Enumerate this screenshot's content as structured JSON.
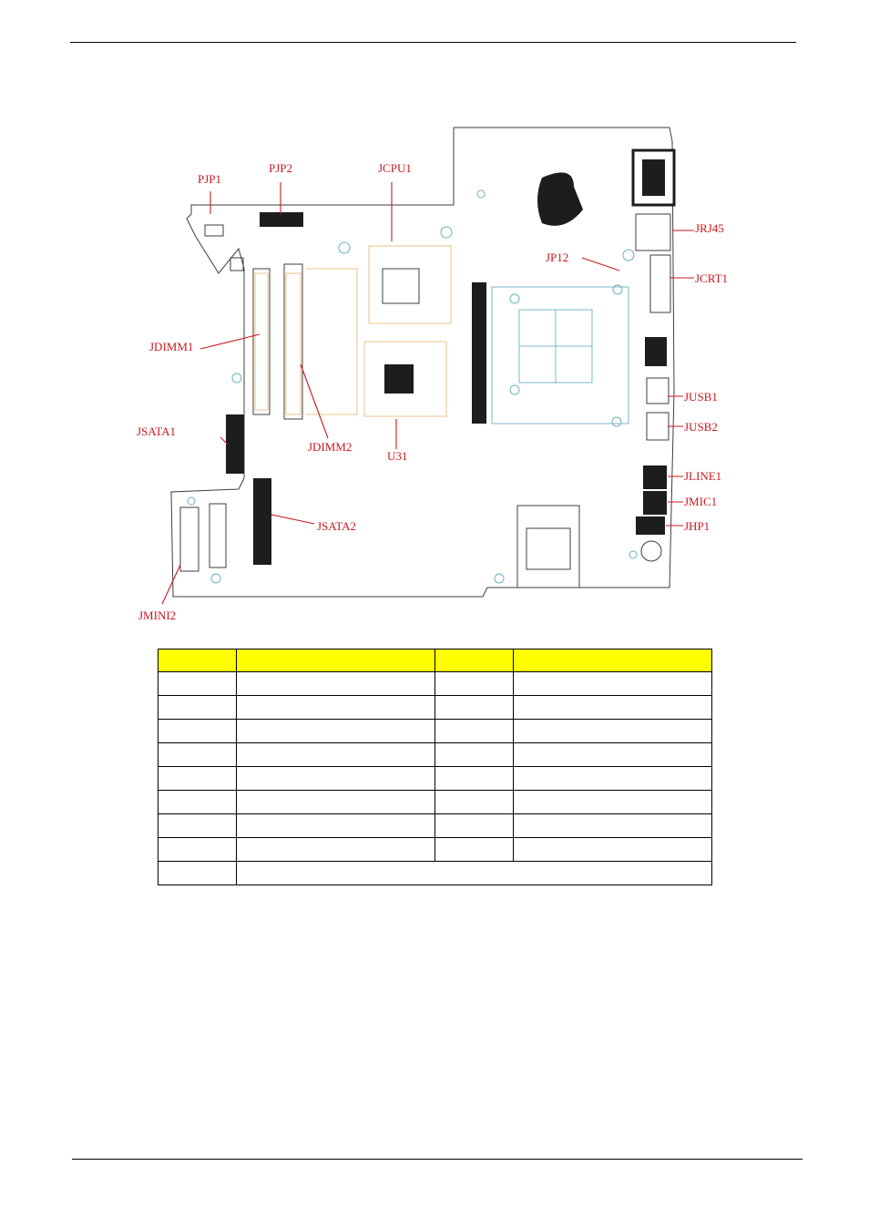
{
  "diagram": {
    "labels": {
      "pjp1": "PJP1",
      "pjp2": "PJP2",
      "jcpu1": "JCPU1",
      "jrj45": "JRJ45",
      "jp12": "JP12",
      "jcrt1": "JCRT1",
      "jdimm1": "JDIMM1",
      "jsata1": "JSATA1",
      "jdimm2": "JDIMM2",
      "u31": "U31",
      "jusb1": "JUSB1",
      "jusb2": "JUSB2",
      "jline1": "JLINE1",
      "jmic1": "JMIC1",
      "jhp1": "JHP1",
      "jsata2": "JSATA2",
      "jmini2": "JMINI2"
    }
  },
  "table": {
    "header": [
      "",
      "",
      "",
      ""
    ],
    "rows": [
      [
        "",
        "",
        "",
        ""
      ],
      [
        "",
        "",
        "",
        ""
      ],
      [
        "",
        "",
        "",
        ""
      ],
      [
        "",
        "",
        "",
        ""
      ],
      [
        "",
        "",
        "",
        ""
      ],
      [
        "",
        "",
        "",
        ""
      ],
      [
        "",
        "",
        "",
        ""
      ],
      [
        "",
        "",
        "",
        ""
      ]
    ],
    "last_row": [
      "",
      ""
    ]
  },
  "colors": {
    "header_fill": "#ffff00",
    "callout": "#c8191e",
    "silkscreen": "#5aa6b8"
  }
}
